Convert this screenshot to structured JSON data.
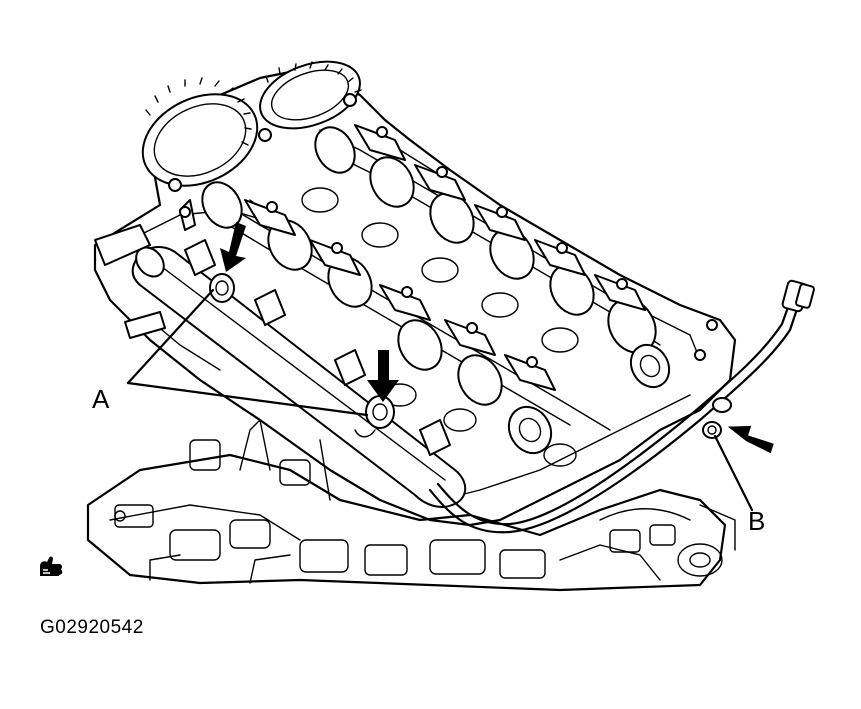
{
  "diagram": {
    "callouts": {
      "a": "A",
      "b": "B"
    },
    "figure_id": "G02920542",
    "icons": {
      "note": "hand-note-icon"
    },
    "colors": {
      "line": "#000000",
      "background": "#ffffff"
    }
  }
}
